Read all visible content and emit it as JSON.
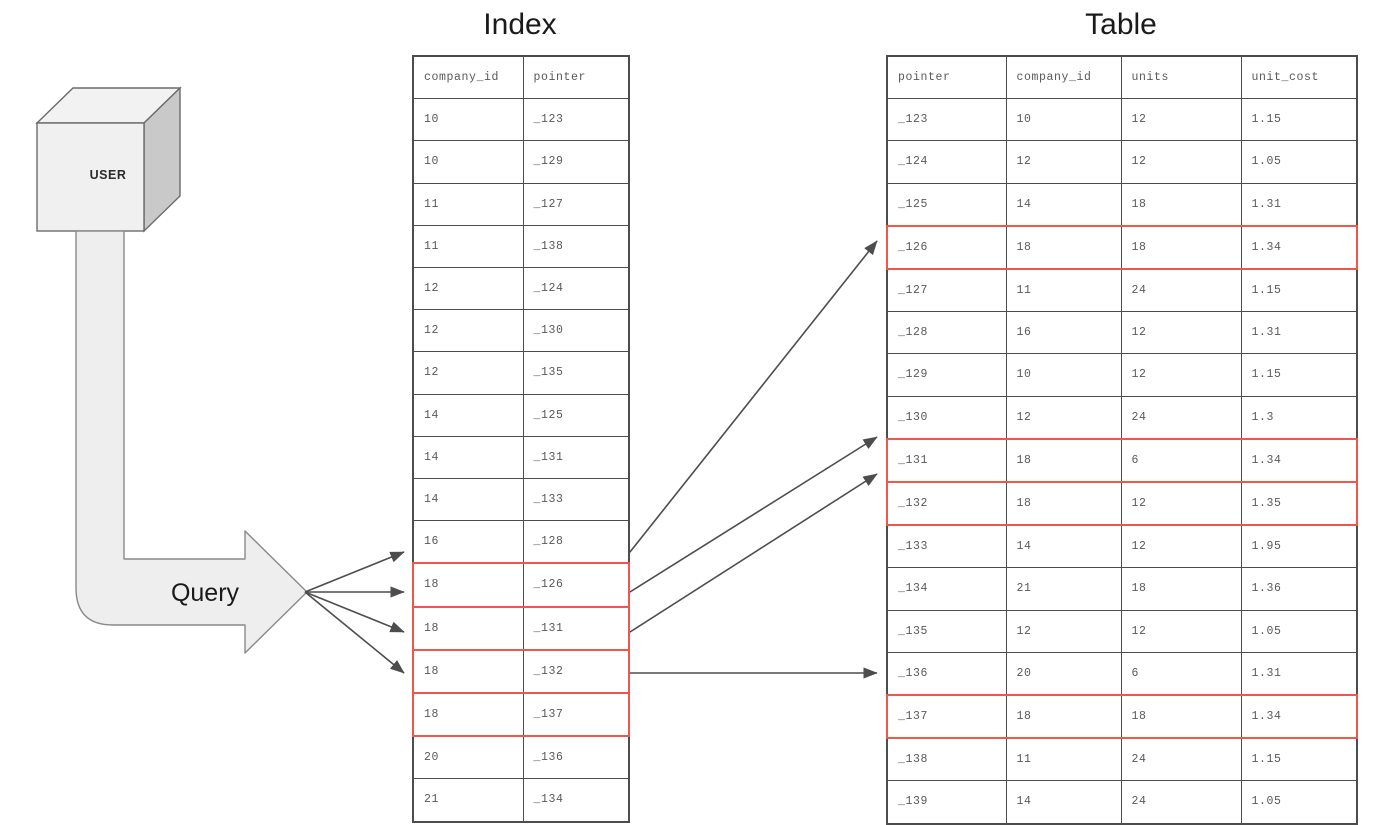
{
  "diagram": {
    "title_index": "Index",
    "title_table": "Table",
    "user_label": "USER",
    "query_label": "Query",
    "highlight_color": "#f4554a",
    "border_color": "#4d4d4d",
    "text_color": "#59595c",
    "shape_fill": "#eeeeee",
    "shape_stroke": "#6b6b6b",
    "cube_side_fill": "#c9c9c9",
    "cube_top_fill": "#f2f2f2",
    "connector_color": "#4d4d4d"
  },
  "index": {
    "columns": [
      "company_id",
      "pointer"
    ],
    "rows": [
      {
        "company_id": "10",
        "pointer": "_123",
        "highlight": false
      },
      {
        "company_id": "10",
        "pointer": "_129",
        "highlight": false
      },
      {
        "company_id": "11",
        "pointer": "_127",
        "highlight": false
      },
      {
        "company_id": "11",
        "pointer": "_138",
        "highlight": false
      },
      {
        "company_id": "12",
        "pointer": "_124",
        "highlight": false
      },
      {
        "company_id": "12",
        "pointer": "_130",
        "highlight": false
      },
      {
        "company_id": "12",
        "pointer": "_135",
        "highlight": false
      },
      {
        "company_id": "14",
        "pointer": "_125",
        "highlight": false
      },
      {
        "company_id": "14",
        "pointer": "_131",
        "highlight": false
      },
      {
        "company_id": "14",
        "pointer": "_133",
        "highlight": false
      },
      {
        "company_id": "16",
        "pointer": "_128",
        "highlight": false
      },
      {
        "company_id": "18",
        "pointer": "_126",
        "highlight": true
      },
      {
        "company_id": "18",
        "pointer": "_131",
        "highlight": true
      },
      {
        "company_id": "18",
        "pointer": "_132",
        "highlight": true
      },
      {
        "company_id": "18",
        "pointer": "_137",
        "highlight": true
      },
      {
        "company_id": "20",
        "pointer": "_136",
        "highlight": false
      },
      {
        "company_id": "21",
        "pointer": "_134",
        "highlight": false
      }
    ]
  },
  "table": {
    "columns": [
      "pointer",
      "company_id",
      "units",
      "unit_cost"
    ],
    "rows": [
      {
        "pointer": "_123",
        "company_id": "10",
        "units": "12",
        "unit_cost": "1.15",
        "highlight": false
      },
      {
        "pointer": "_124",
        "company_id": "12",
        "units": "12",
        "unit_cost": "1.05",
        "highlight": false
      },
      {
        "pointer": "_125",
        "company_id": "14",
        "units": "18",
        "unit_cost": "1.31",
        "highlight": false
      },
      {
        "pointer": "_126",
        "company_id": "18",
        "units": "18",
        "unit_cost": "1.34",
        "highlight": true
      },
      {
        "pointer": "_127",
        "company_id": "11",
        "units": "24",
        "unit_cost": "1.15",
        "highlight": false
      },
      {
        "pointer": "_128",
        "company_id": "16",
        "units": "12",
        "unit_cost": "1.31",
        "highlight": false
      },
      {
        "pointer": "_129",
        "company_id": "10",
        "units": "12",
        "unit_cost": "1.15",
        "highlight": false
      },
      {
        "pointer": "_130",
        "company_id": "12",
        "units": "24",
        "unit_cost": "1.3",
        "highlight": false
      },
      {
        "pointer": "_131",
        "company_id": "18",
        "units": "6",
        "unit_cost": "1.34",
        "highlight": true
      },
      {
        "pointer": "_132",
        "company_id": "18",
        "units": "12",
        "unit_cost": "1.35",
        "highlight": true
      },
      {
        "pointer": "_133",
        "company_id": "14",
        "units": "12",
        "unit_cost": "1.95",
        "highlight": false
      },
      {
        "pointer": "_134",
        "company_id": "21",
        "units": "18",
        "unit_cost": "1.36",
        "highlight": false
      },
      {
        "pointer": "_135",
        "company_id": "12",
        "units": "12",
        "unit_cost": "1.05",
        "highlight": false
      },
      {
        "pointer": "_136",
        "company_id": "20",
        "units": "6",
        "unit_cost": "1.31",
        "highlight": false
      },
      {
        "pointer": "_137",
        "company_id": "18",
        "units": "18",
        "unit_cost": "1.34",
        "highlight": true
      },
      {
        "pointer": "_138",
        "company_id": "11",
        "units": "24",
        "unit_cost": "1.15",
        "highlight": false
      },
      {
        "pointer": "_139",
        "company_id": "14",
        "units": "24",
        "unit_cost": "1.05",
        "highlight": false
      }
    ]
  }
}
